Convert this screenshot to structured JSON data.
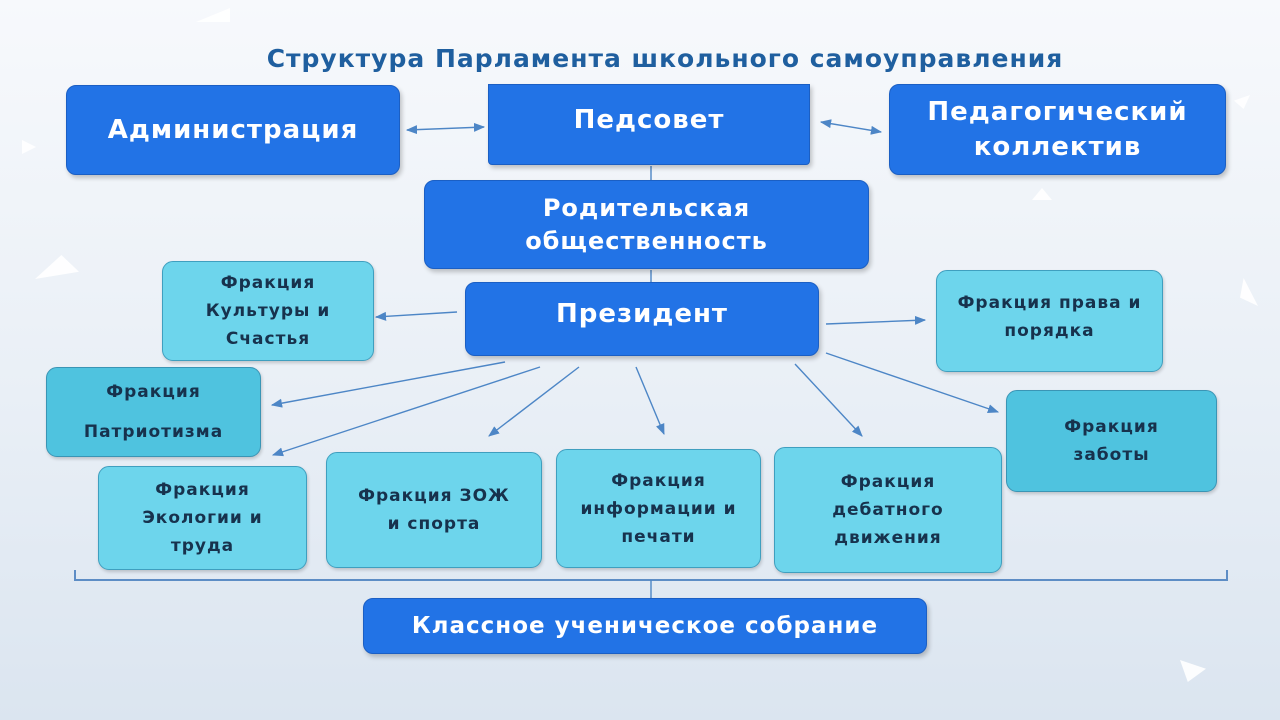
{
  "title": "Структура Парламента школьного самоуправления",
  "nodes": {
    "administration": {
      "label": "Администрация"
    },
    "pedsovet": {
      "label": "Педсовет"
    },
    "teaching_staff": {
      "label": "Педагогический коллектив"
    },
    "parents": {
      "label": "Родительская общественность"
    },
    "president": {
      "label": "Президент"
    },
    "culture": {
      "label": "Фракция Культуры и Счастья"
    },
    "law": {
      "label": "Фракция права и порядка"
    },
    "patriotism": {
      "label": "Фракция Патриотизма"
    },
    "care": {
      "label": "Фракция заботы"
    },
    "ecology": {
      "label": "Фракция Экологии и труда"
    },
    "health": {
      "label": "Фракция ЗОЖ и спорта"
    },
    "info": {
      "label": "Фракция информации и печати"
    },
    "debate": {
      "label": "Фракция дебатного движения"
    },
    "class_meeting": {
      "label": "Классное ученическое собрание"
    }
  },
  "colors": {
    "primary_box": "#2273e6",
    "faction_box": "#6dd5ec",
    "faction_box_dark": "#4fc3df",
    "title_text": "#1f5f9f",
    "connector": "#4d86c6"
  }
}
